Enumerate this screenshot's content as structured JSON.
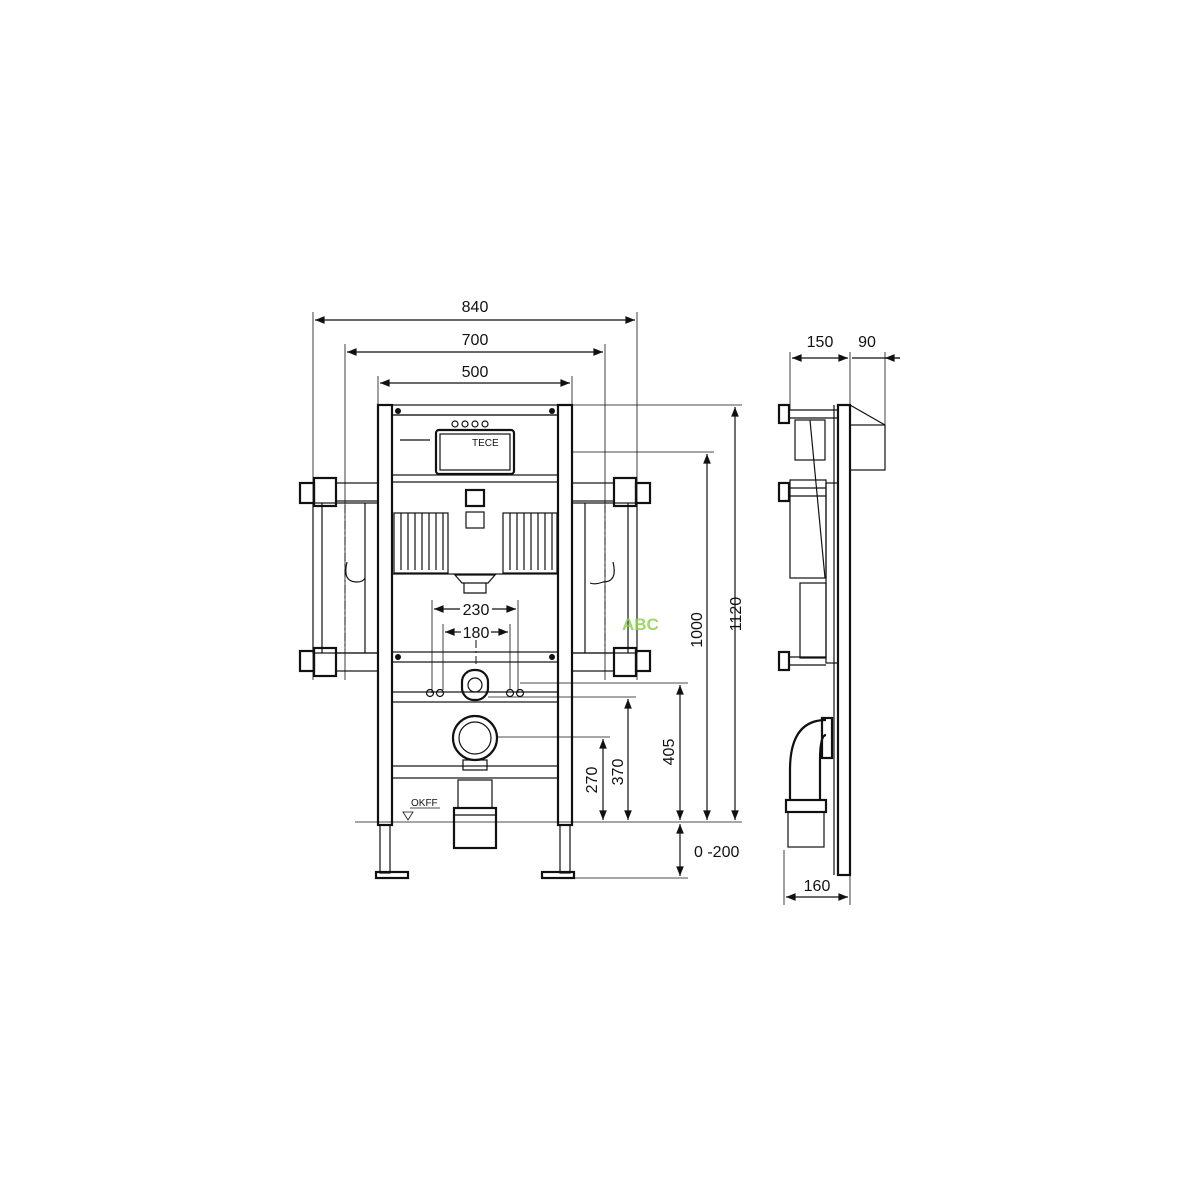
{
  "front_view": {
    "width_dims": {
      "overall": "840",
      "brackets": "700",
      "frame": "500"
    },
    "horizontal_dims": {
      "connection_spacing_outer": "230",
      "connection_spacing_inner": "180"
    },
    "height_dims": {
      "total": "1120",
      "cistern": "1000",
      "supply": "405",
      "flush_pipe": "370",
      "drain": "270",
      "feet_adjust": "0 -200"
    },
    "floor_label": "OKFF",
    "brand_label": "TECE"
  },
  "side_view": {
    "depth_dims": {
      "frame_depth": "150",
      "box_depth": "90",
      "drain_depth": "160"
    }
  },
  "watermark": "ABC"
}
